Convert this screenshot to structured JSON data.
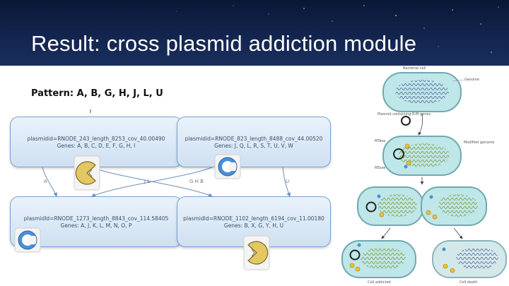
{
  "slide": {
    "title": "Result: cross plasmid addiction module",
    "pattern": "Pattern: A, B, G, H, J, L, U"
  },
  "graph": {
    "nodes": [
      {
        "id": "plasmidid=RNODE_243_length_8253_cov_40.00490",
        "genes": "Genes: A, B, C, D, E, F, G, H, I"
      },
      {
        "id": "plasmidid=RNODE_823_length_8488_cov_44.00520",
        "genes": "Genes: J, Q, L, R, S, T, U, V, W"
      },
      {
        "id": "plasmidId=RNODE_1273_length_8843_cov_114.58405",
        "genes": "Genes: A, J, K, L, M, N, O, P"
      },
      {
        "id": "plasmidId=RNODE_1102_length_6194_cov_11.00180",
        "genes": "Genes: B, X, G, Y, H, U"
      }
    ],
    "edge_labels": [
      "A",
      "J L",
      "G H B",
      "U"
    ],
    "colors": {
      "node_border": "#7aa3cf",
      "edge": "#6c8fbd",
      "toxin": "#e3c760",
      "antitoxin": "#4a8fd6"
    }
  },
  "cell_figure": {
    "labels": {
      "top": "Bacterial cell",
      "genome": "Genome",
      "plasmid": "Plasmid containing R-M genes",
      "mtase": "MTase",
      "modified_genome": "Modified genome",
      "rease": "REase",
      "cell_addicted": "Cell addicted",
      "cell_death": "Cell death"
    }
  }
}
